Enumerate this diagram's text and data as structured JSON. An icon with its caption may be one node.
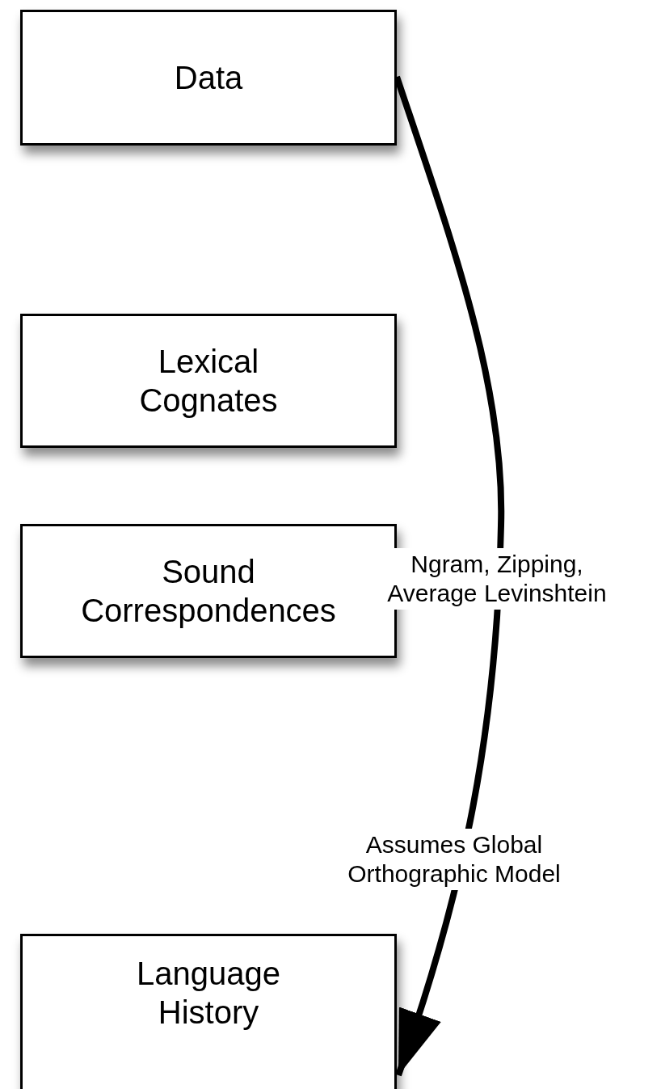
{
  "diagram": {
    "nodes": [
      {
        "text": [
          "Data"
        ]
      },
      {
        "text": [
          "Lexical Cognates"
        ]
      },
      {
        "text": [
          "Sound Correspondences"
        ]
      },
      {
        "text": [
          "Language History"
        ]
      }
    ],
    "edges": [
      {
        "from": 0,
        "to": 3,
        "arrow": "to",
        "label": "Ngram, Zipping, Average Levinshtein"
      }
    ],
    "labels": [
      "Assumes Global Orthographic Model"
    ]
  }
}
